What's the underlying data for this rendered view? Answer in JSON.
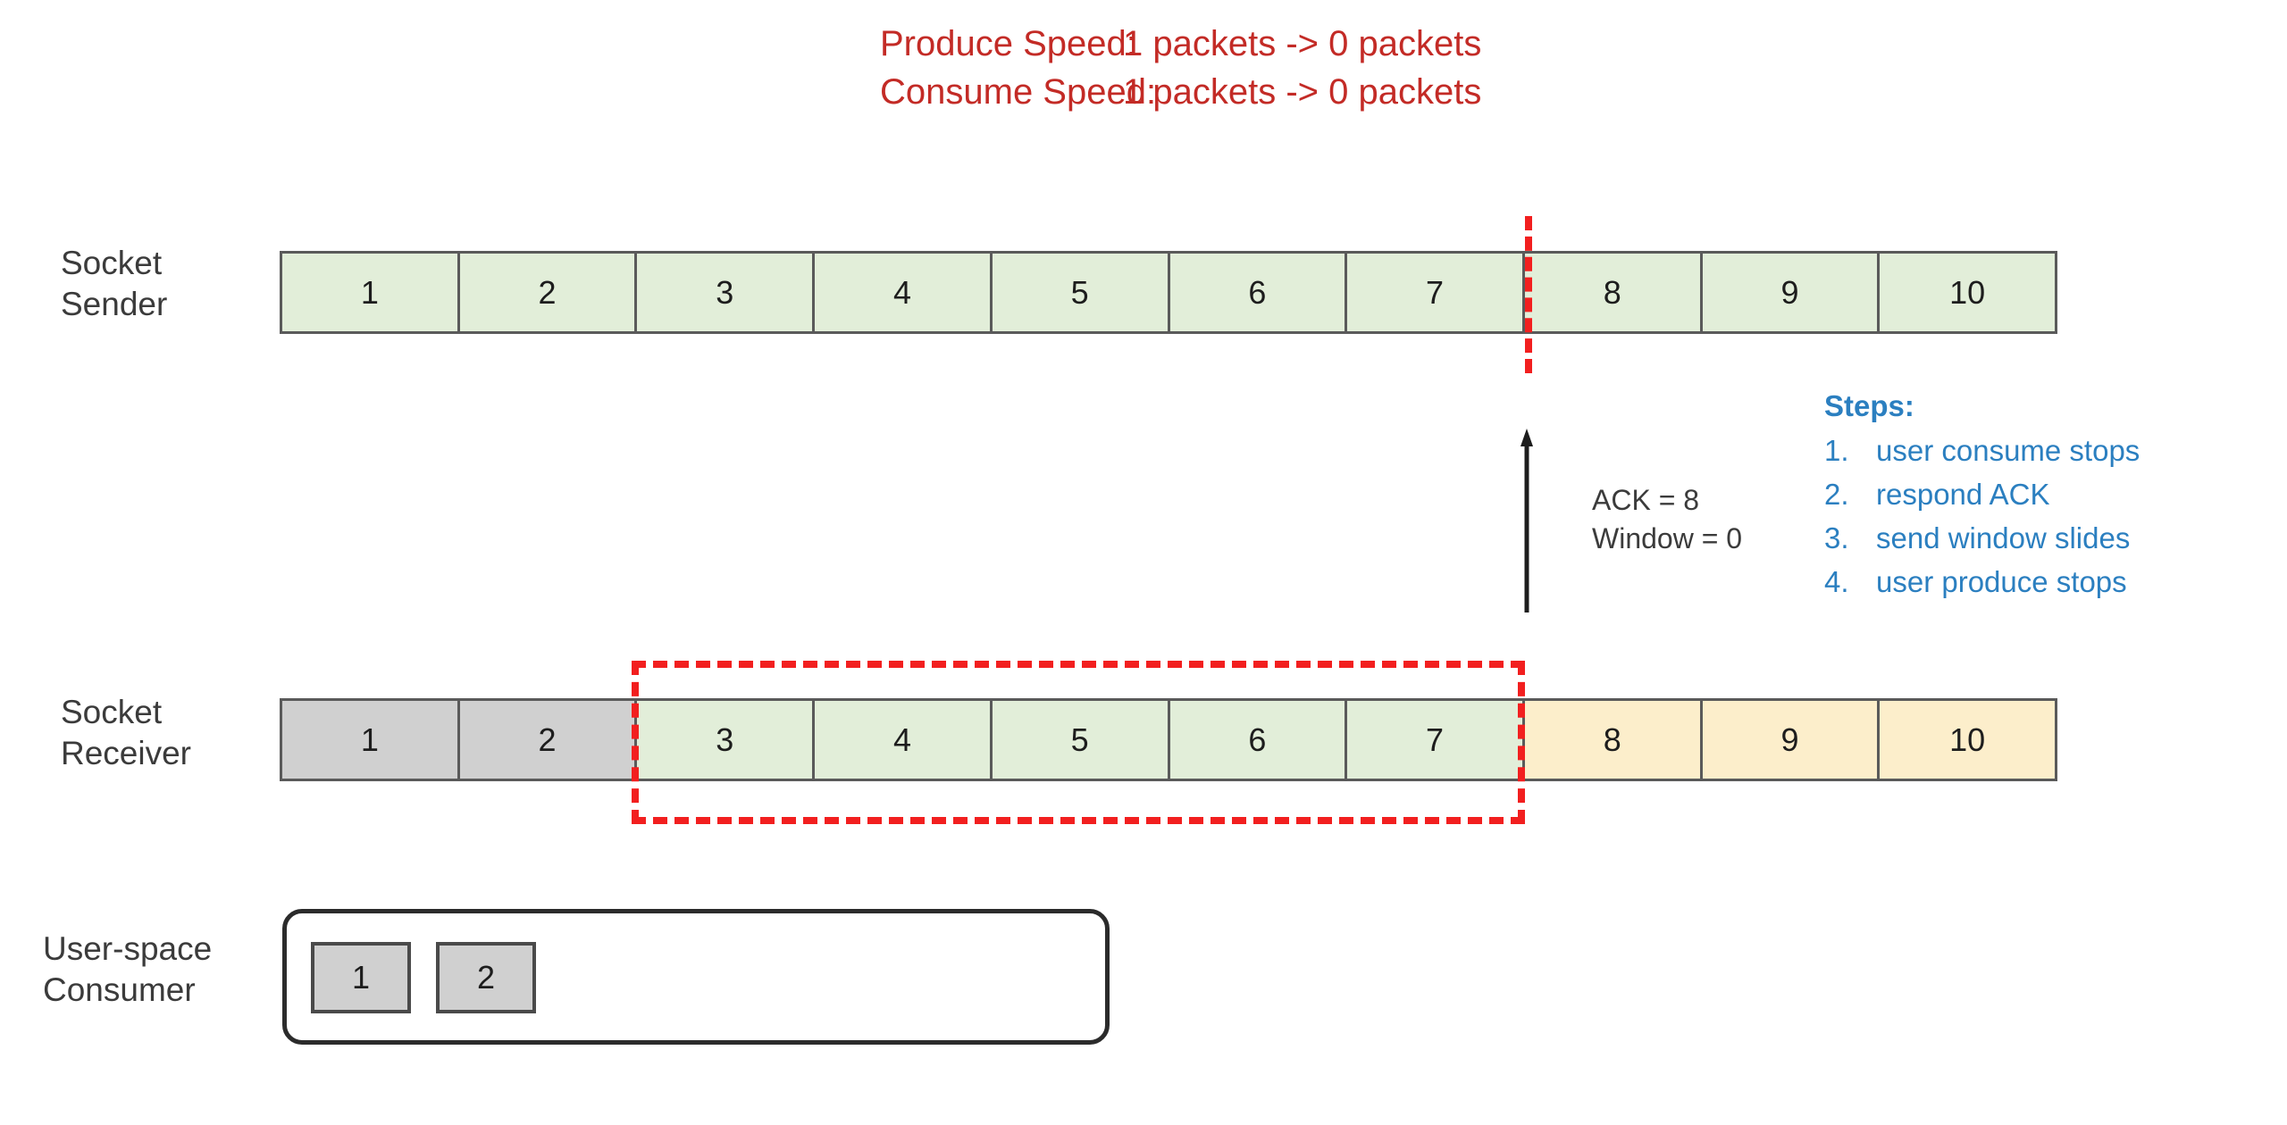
{
  "header": {
    "produce": {
      "label": "Produce Speed:",
      "value": "1 packets -> 0 packets"
    },
    "consume": {
      "label": "Consume Speed:",
      "value": "1 packets -> 0 packets"
    },
    "color": "#c32b26"
  },
  "rows": {
    "sender": {
      "label_line1": "Socket",
      "label_line2": "Sender",
      "cells": [
        {
          "value": "1",
          "state": "green"
        },
        {
          "value": "2",
          "state": "green"
        },
        {
          "value": "3",
          "state": "green"
        },
        {
          "value": "4",
          "state": "green"
        },
        {
          "value": "5",
          "state": "green"
        },
        {
          "value": "6",
          "state": "green"
        },
        {
          "value": "7",
          "state": "green"
        },
        {
          "value": "8",
          "state": "green"
        },
        {
          "value": "9",
          "state": "green"
        },
        {
          "value": "10",
          "state": "green"
        }
      ]
    },
    "receiver": {
      "label_line1": "Socket",
      "label_line2": "Receiver",
      "cells": [
        {
          "value": "1",
          "state": "gray"
        },
        {
          "value": "2",
          "state": "gray"
        },
        {
          "value": "3",
          "state": "green"
        },
        {
          "value": "4",
          "state": "green"
        },
        {
          "value": "5",
          "state": "green"
        },
        {
          "value": "6",
          "state": "green"
        },
        {
          "value": "7",
          "state": "green"
        },
        {
          "value": "8",
          "state": "orange"
        },
        {
          "value": "9",
          "state": "orange"
        },
        {
          "value": "10",
          "state": "orange"
        }
      ]
    },
    "consumer": {
      "label_line1": "User-space",
      "label_line2": "Consumer",
      "items": [
        {
          "value": "1"
        },
        {
          "value": "2"
        }
      ]
    }
  },
  "ack": {
    "line1": "ACK = 8",
    "line2": "Window = 0"
  },
  "steps": {
    "title": "Steps:",
    "color": "#2b7fc0",
    "items": [
      {
        "num": "1.",
        "text": "user consume stops"
      },
      {
        "num": "2.",
        "text": "respond ACK"
      },
      {
        "num": "3.",
        "text": "send window slides"
      },
      {
        "num": "4.",
        "text": "user produce stops"
      }
    ]
  },
  "markers": {
    "sender_window_boundary_after_cell": "7",
    "receiver_window_first_cell": "3",
    "receiver_window_last_cell": "7",
    "dashed_color": "#f21f1f"
  }
}
